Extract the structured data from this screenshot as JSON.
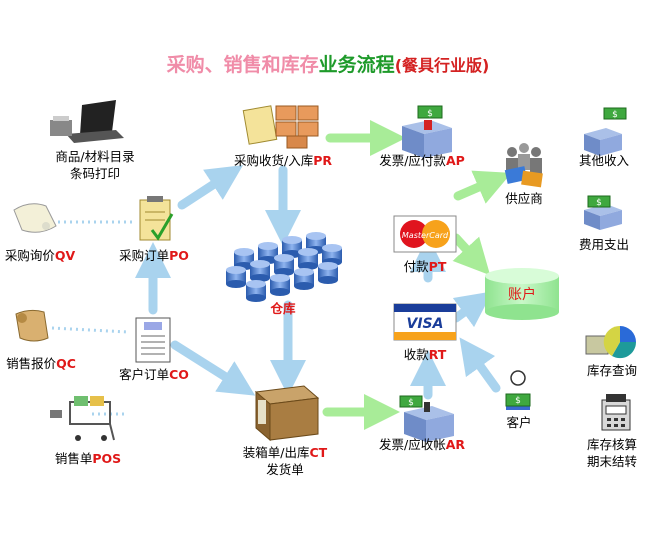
{
  "title": {
    "part1": "采购、销售和库存",
    "part2": "业务流程",
    "part3": "(餐具行业版)"
  },
  "nodes": {
    "catalog": {
      "line1": "商品/材料目录",
      "line2": "条码打印"
    },
    "inquiry": {
      "text": "采购询价",
      "code": "QV"
    },
    "quote": {
      "text": "销售报价",
      "code": "QC"
    },
    "pos": {
      "text": "销售单",
      "code": "POS"
    },
    "purchase_order": {
      "text": "采购订单",
      "code": "PO"
    },
    "customer_order": {
      "text": "客户订单",
      "code": "CO"
    },
    "receipt": {
      "text": "采购收货/入库",
      "code": "PR"
    },
    "warehouse": {
      "text": "仓库"
    },
    "packing": {
      "text": "装箱单/出库",
      "code": "CT",
      "line2": "发货单"
    },
    "ap": {
      "text": "发票/应付款",
      "code": "AP"
    },
    "ar": {
      "text": "发票/应收帐",
      "code": "AR"
    },
    "payment": {
      "text": "付款",
      "code": "PT"
    },
    "collection": {
      "text": "收款",
      "code": "RT"
    },
    "supplier": {
      "text": "供应商"
    },
    "customer": {
      "text": "客户"
    },
    "account": {
      "text": "账户"
    },
    "other_income": {
      "text": "其他收入"
    },
    "expense": {
      "text": "费用支出"
    },
    "inventory_query": {
      "text": "库存查询"
    },
    "inventory_audit": {
      "line1": "库存核算",
      "line2": "期末结转"
    }
  },
  "card_text": {
    "mastercard": "MasterCard",
    "visa": "VISA"
  },
  "colors": {
    "arrow_blue": "#a9d3ee",
    "arrow_green": "#a8ec98",
    "account_green": "#a7f0a7",
    "account_text": "#e01818"
  }
}
